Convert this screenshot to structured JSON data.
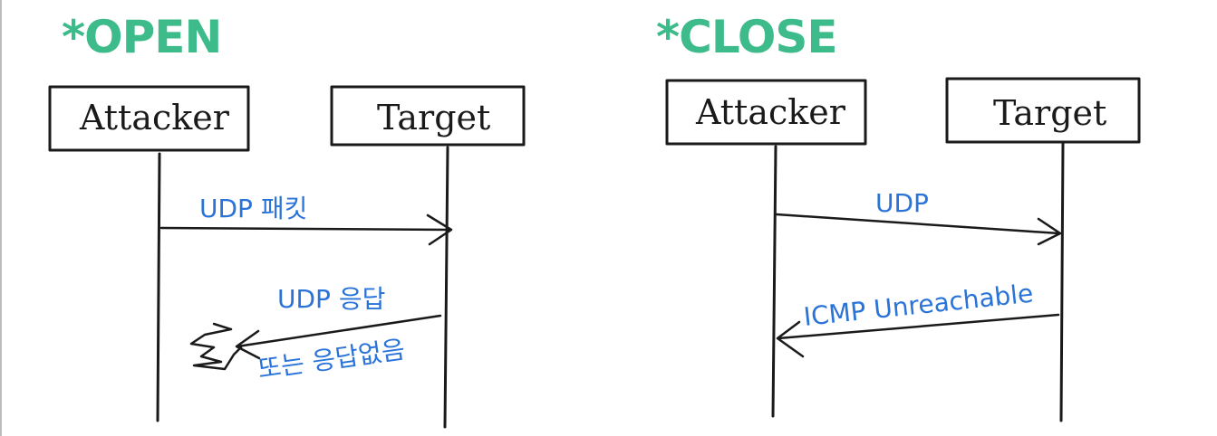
{
  "panels": [
    {
      "title": "*OPEN",
      "actors": {
        "left": "Attacker",
        "right": "Target"
      },
      "messages": [
        {
          "text": "UDP 패킷",
          "direction": "to-target"
        },
        {
          "text": "UDP 응답",
          "direction": "to-attacker"
        },
        {
          "text": "또는 응답없음",
          "direction": "to-attacker"
        }
      ]
    },
    {
      "title": "*CLOSE",
      "actors": {
        "left": "Attacker",
        "right": "Target"
      },
      "messages": [
        {
          "text": "UDP",
          "direction": "to-target"
        },
        {
          "text": "ICMP Unreachable",
          "direction": "to-attacker"
        }
      ]
    }
  ],
  "colors": {
    "title": "#3dbb8a",
    "message": "#2a73d9",
    "ink": "#1a1a1a"
  }
}
